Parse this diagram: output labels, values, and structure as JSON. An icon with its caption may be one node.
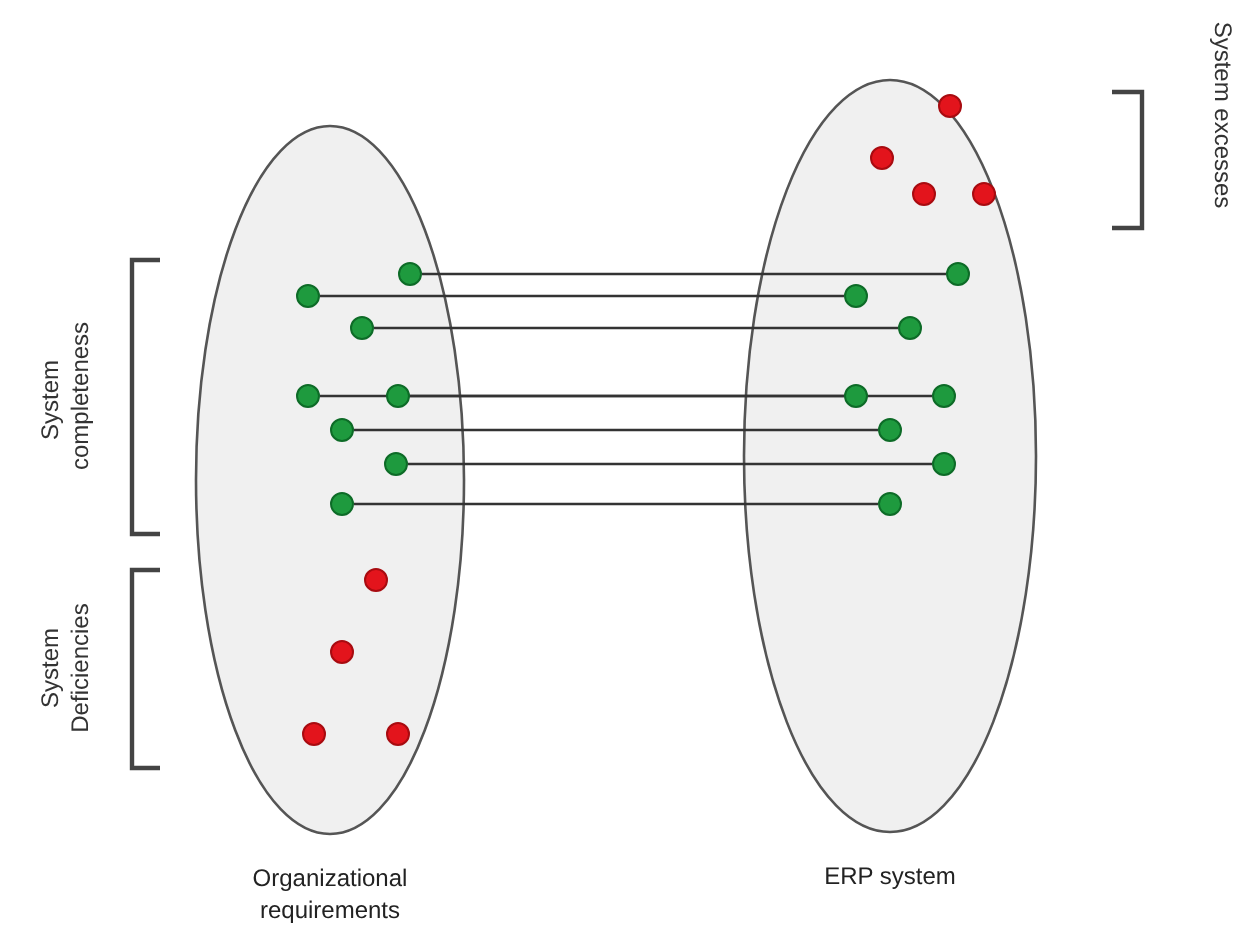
{
  "diagram": {
    "nodes": [
      {
        "text": [
          "Organizational requirements"
        ]
      },
      {
        "text": [
          "ERP system"
        ]
      },
      {
        "text": [],
        "shape": "circle",
        "in": 0
      },
      {
        "text": [],
        "shape": "circle",
        "in": 0
      },
      {
        "text": [],
        "shape": "circle",
        "in": 0
      },
      {
        "text": [],
        "shape": "circle",
        "in": 0
      },
      {
        "text": [],
        "shape": "circle",
        "in": 0
      },
      {
        "text": [],
        "shape": "circle",
        "in": 0
      },
      {
        "text": [],
        "shape": "circle",
        "in": 0
      },
      {
        "text": [],
        "shape": "circle",
        "in": 0
      },
      {
        "text": [],
        "shape": "circle",
        "in": 0
      },
      {
        "text": [],
        "shape": "circle",
        "in": 0
      },
      {
        "text": [],
        "shape": "circle",
        "in": 0
      },
      {
        "text": [],
        "shape": "circle",
        "in": 0
      },
      {
        "text": [],
        "shape": "circle",
        "in": 1
      },
      {
        "text": [],
        "shape": "circle",
        "in": 1
      },
      {
        "text": [],
        "shape": "circle",
        "in": 1
      },
      {
        "text": [],
        "shape": "circle",
        "in": 1
      },
      {
        "text": [],
        "shape": "circle",
        "in": 1
      },
      {
        "text": [],
        "shape": "circle",
        "in": 1
      },
      {
        "text": [],
        "shape": "circle",
        "in": 1
      },
      {
        "text": [],
        "shape": "circle",
        "in": 1
      },
      {
        "text": [],
        "shape": "circle",
        "in": 1
      },
      {
        "text": [],
        "shape": "circle",
        "in": 1
      },
      {
        "text": [],
        "shape": "circle",
        "in": 1
      },
      {
        "text": [],
        "shape": "circle",
        "in": 1
      }
    ],
    "edges": [
      {
        "from": 2,
        "to": 14,
        "arrow": "none"
      },
      {
        "from": 3,
        "to": 15,
        "arrow": "none"
      },
      {
        "from": 4,
        "to": 16,
        "arrow": "none"
      },
      {
        "from": 5,
        "to": 17,
        "arrow": "none"
      },
      {
        "from": 6,
        "to": 18,
        "arrow": "none"
      },
      {
        "from": 7,
        "to": 19,
        "arrow": "none"
      },
      {
        "from": 8,
        "to": 20,
        "arrow": "none"
      },
      {
        "from": 9,
        "to": 21,
        "arrow": "none"
      }
    ],
    "labels": [
      "System excesses",
      "System completeness",
      "System Deficiencies"
    ]
  }
}
